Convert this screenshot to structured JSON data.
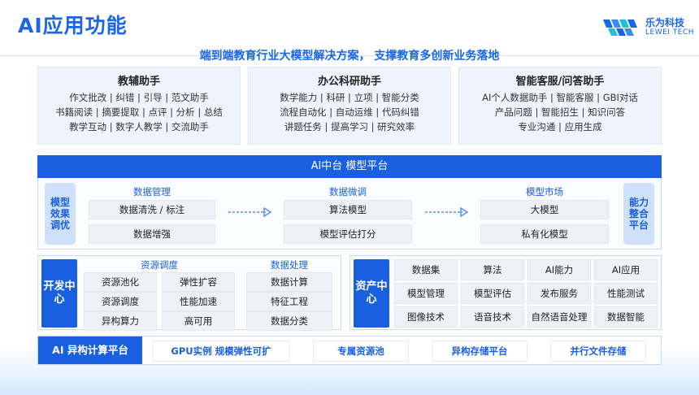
{
  "title": "AI应用功能",
  "logo": {
    "cn": "乐为科技",
    "en": "LEWEI TECH"
  },
  "subtitle": "端到端教育行业大模型解决方案， 支撑教育多创新业务落地",
  "helpers": [
    {
      "title": "教辅助手",
      "lines": [
        "作文批改 | 纠错 | 引导 | 范文助手",
        "书籍阅读 | 摘要提取 | 点评 | 分析 | 总结",
        "教学互动 | 数字人教学 | 交流助手"
      ]
    },
    {
      "title": "办公科研助手",
      "lines": [
        "数学能力 | 科研 | 立项 | 智能分类",
        "流程自动化 | 自动运维 | 代码纠错",
        "讲题任务 | 提高学习 | 研究效率"
      ]
    },
    {
      "title": "智能客服/问答助手",
      "lines": [
        "AI个人数据助手 | 智能客服 | GBI对话",
        "产品问题 | 智能招生 | 知识问答",
        "专业沟通 | 应用生成"
      ]
    }
  ],
  "platform": {
    "title": "AI中台 模型平台",
    "left_badge": "模型效果调优",
    "right_badge": "能力整合平台",
    "groups": [
      {
        "label": "数据管理",
        "items": [
          "数据清洗 / 标注",
          "数据增强"
        ]
      },
      {
        "label": "数据微调",
        "items": [
          "算法模型",
          "模型评估打分"
        ]
      },
      {
        "label": "模型市场",
        "items": [
          "大模型",
          "私有化模型"
        ]
      }
    ]
  },
  "dev_center": {
    "badge": "开发中心",
    "groups": [
      {
        "label": "资源调度",
        "items": [
          "资源池化",
          "弹性扩容",
          "资源调度",
          "性能加速",
          "异构算力",
          "高可用"
        ]
      },
      {
        "label": "数据处理",
        "items": [
          "数据计算",
          "特征工程",
          "数据分类"
        ]
      }
    ]
  },
  "asset_center": {
    "badge": "资产中心",
    "items": [
      "数据集",
      "算法",
      "AI能力",
      "AI应用",
      "模型管理",
      "模型评估",
      "发布服务",
      "性能测试",
      "图像技术",
      "语音技术",
      "自然语音处理",
      "数据智能"
    ]
  },
  "compute": {
    "badge": "AI 异构计算平台",
    "items": [
      "GPU实例 规模弹性可扩",
      "专属资源池",
      "异构存储平台",
      "并行文件存储"
    ]
  },
  "colors": {
    "accent": "#1a5fe0",
    "title": "#1a66e8",
    "panel": "#eef4fd"
  }
}
